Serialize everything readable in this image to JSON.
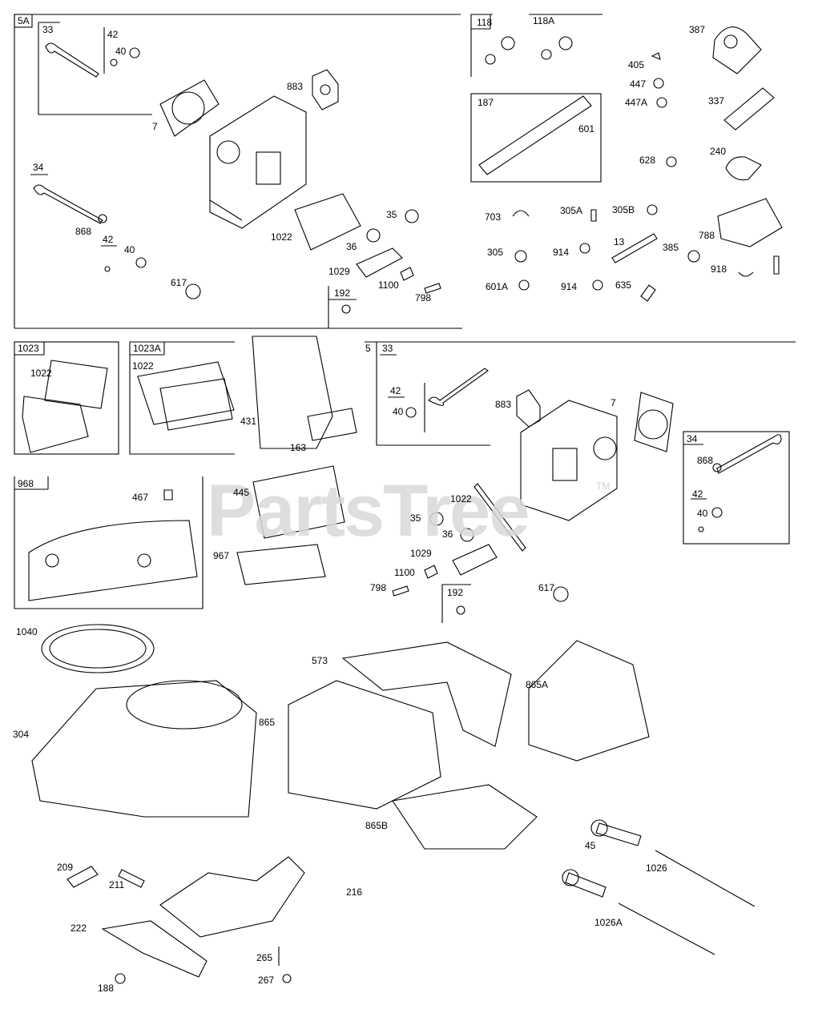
{
  "watermark": {
    "text": "PartsTree",
    "tm": "TM"
  },
  "group_labels": {
    "g5A": "5A",
    "g33a": "33",
    "g42a": "42",
    "g34a": "34",
    "g42b": "42",
    "g192a": "192",
    "g118": "118",
    "g118A": "118A",
    "g187": "187",
    "g1023": "1023",
    "g1023A": "1023A",
    "g5": "5",
    "g33b": "33",
    "g42c": "42",
    "g34b": "34",
    "g968": "968",
    "g192b": "192"
  },
  "part_numbers": {
    "p40a": "40",
    "p7a": "7",
    "p883a": "883",
    "p868a": "868",
    "p40b": "40",
    "p617a": "617",
    "p1022a": "1022",
    "p35a": "35",
    "p36a": "36",
    "p1029a": "1029",
    "p1100a": "1100",
    "p798a": "798",
    "p601": "601",
    "p387": "387",
    "p405": "405",
    "p447": "447",
    "p447A": "447A",
    "p337": "337",
    "p628": "628",
    "p240": "240",
    "p703": "703",
    "p305A": "305A",
    "p305B": "305B",
    "p788": "788",
    "p13": "13",
    "p305": "305",
    "p914a": "914",
    "p385": "385",
    "p918": "918",
    "p601A": "601A",
    "p914b": "914",
    "p635": "635",
    "p1022b": "1022",
    "p1022c": "1022",
    "p431": "431",
    "p163": "163",
    "p40c": "40",
    "p883b": "883",
    "p7b": "7",
    "p868b": "868",
    "p42d": "42",
    "p40d": "40",
    "p467": "467",
    "p445": "445",
    "p967": "967",
    "p1022d": "1022",
    "p35b": "35",
    "p36b": "36",
    "p1029b": "1029",
    "p1100b": "1100",
    "p798b": "798",
    "p617b": "617",
    "p1040": "1040",
    "p304": "304",
    "p865": "865",
    "p573": "573",
    "p865A": "865A",
    "p865B": "865B",
    "p45": "45",
    "p1026": "1026",
    "p1026A": "1026A",
    "p209": "209",
    "p211": "211",
    "p216": "216",
    "p222": "222",
    "p265": "265",
    "p188": "188",
    "p267": "267"
  }
}
